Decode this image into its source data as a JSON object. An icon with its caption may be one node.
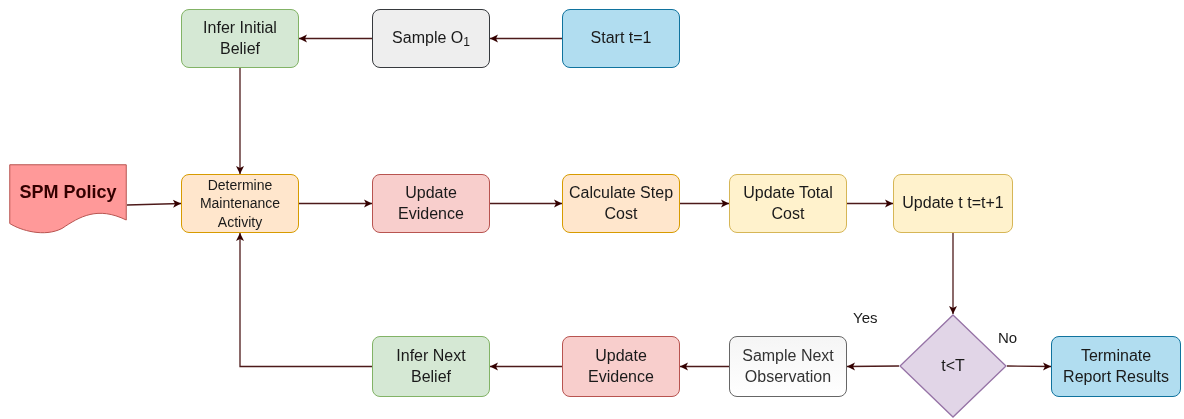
{
  "diagram": {
    "nodes": [
      {
        "text": [
          "Start t=1"
        ]
      },
      {
        "text": [
          "Sample O$_{1}$"
        ]
      },
      {
        "text": [
          "Infer Initial Belief"
        ]
      },
      {
        "text": [
          "SPM Policy"
        ]
      },
      {
        "text": [
          "Determine Maintenance Activity"
        ]
      },
      {
        "text": [
          "Update Evidence"
        ]
      },
      {
        "text": [
          "Calculate Step Cost"
        ]
      },
      {
        "text": [
          "Update Total Cost"
        ]
      },
      {
        "text": [
          "Update t t=t+1"
        ]
      },
      {
        "text": [
          "t<T"
        ]
      },
      {
        "text": [
          "Terminate Report Results"
        ]
      },
      {
        "text": [
          "Sample Next Observation"
        ]
      },
      {
        "text": [
          "Update Evidence"
        ]
      },
      {
        "text": [
          "Infer Next Belief"
        ]
      }
    ],
    "edges": [
      {
        "from": 0,
        "to": 1,
        "arrow": "to"
      },
      {
        "from": 1,
        "to": 2,
        "arrow": "to"
      },
      {
        "from": 2,
        "to": 4,
        "arrow": "to"
      },
      {
        "from": 3,
        "to": 4,
        "arrow": "to"
      },
      {
        "from": 4,
        "to": 5,
        "arrow": "to"
      },
      {
        "from": 5,
        "to": 6,
        "arrow": "to"
      },
      {
        "from": 6,
        "to": 7,
        "arrow": "to"
      },
      {
        "from": 7,
        "to": 8,
        "arrow": "to"
      },
      {
        "from": 8,
        "to": 9,
        "arrow": "to"
      },
      {
        "from": 9,
        "to": 11,
        "arrow": "to",
        "label": "Yes"
      },
      {
        "from": 9,
        "to": 10,
        "arrow": "to",
        "label": "No"
      },
      {
        "from": 11,
        "to": 12,
        "arrow": "to"
      },
      {
        "from": 12,
        "to": 13,
        "arrow": "to"
      },
      {
        "from": 13,
        "to": 4,
        "arrow": "to"
      }
    ]
  }
}
